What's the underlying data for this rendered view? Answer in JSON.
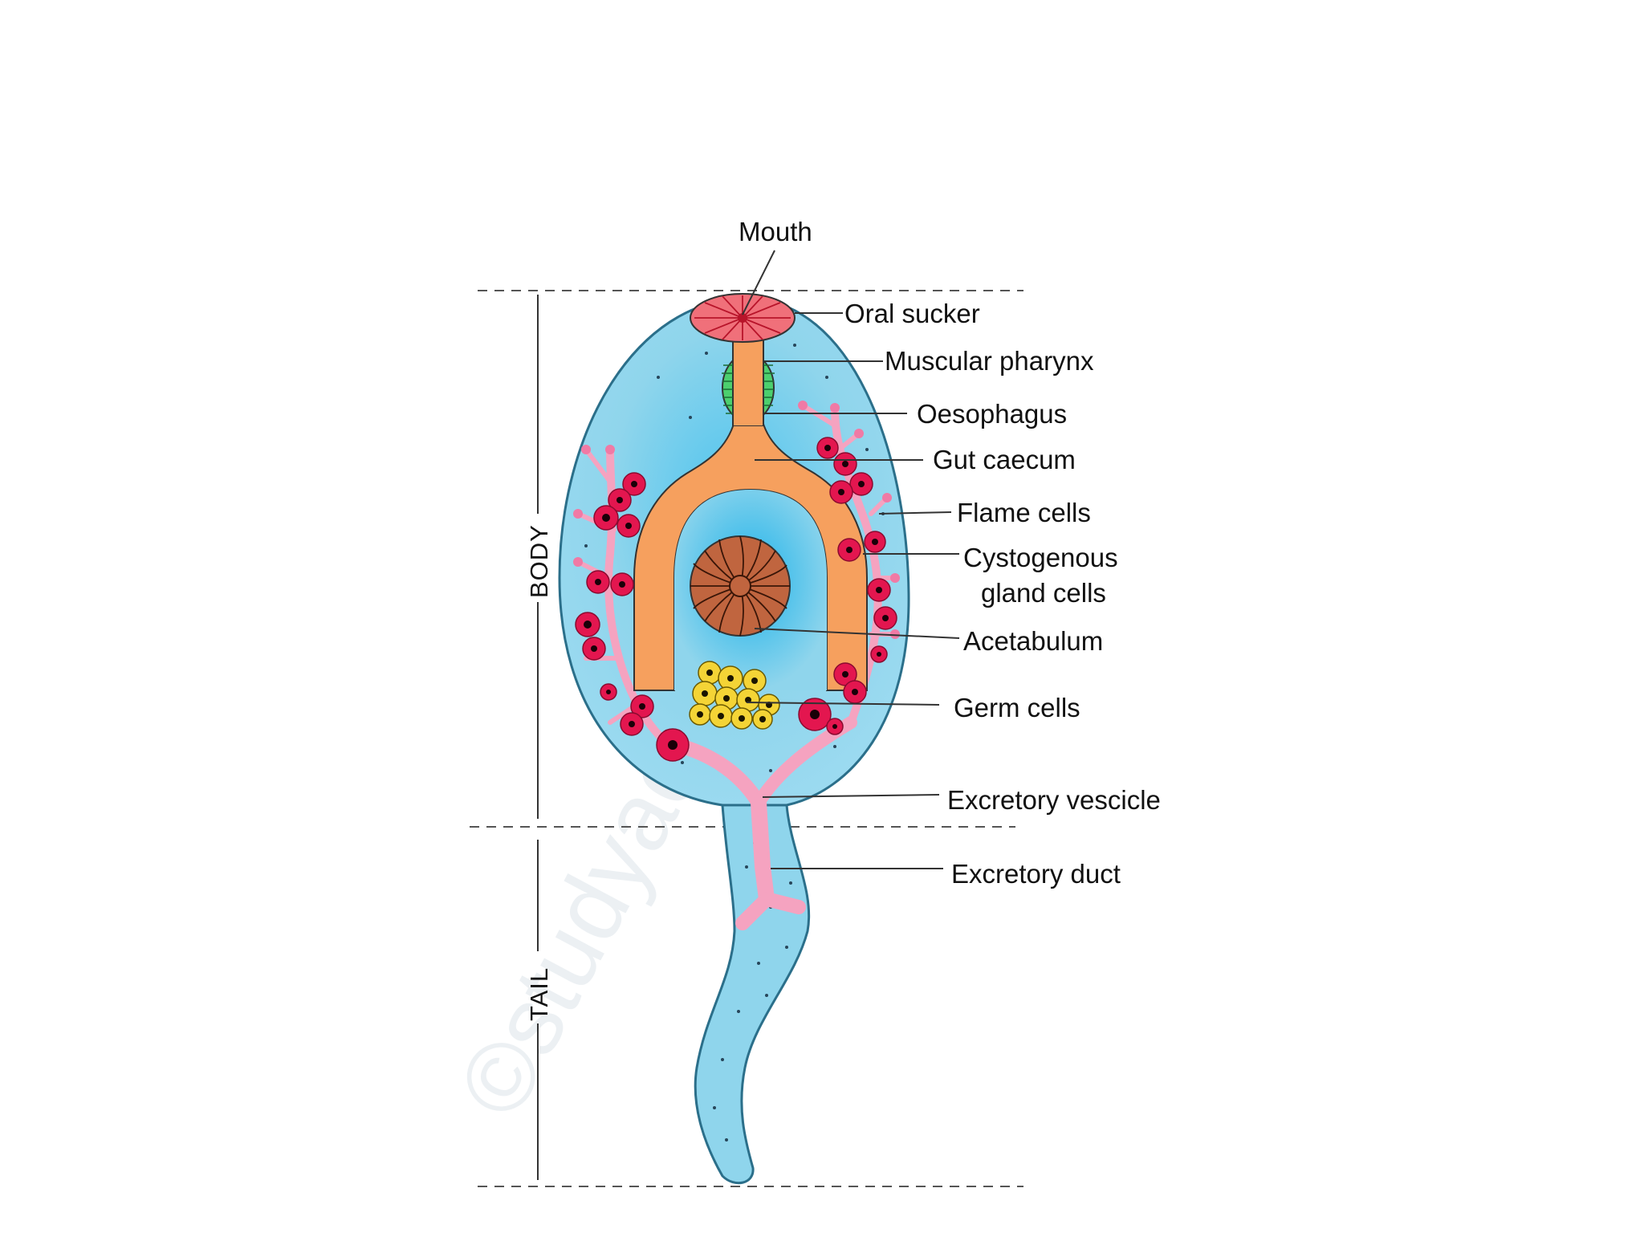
{
  "labels": {
    "mouth": "Mouth",
    "oral_sucker": "Oral sucker",
    "muscular_pharynx": "Muscular pharynx",
    "oesophagus": "Oesophagus",
    "gut_caecum": "Gut caecum",
    "flame_cells": "Flame cells",
    "cystogenous_1": "Cystogenous",
    "cystogenous_2": "gland cells",
    "acetabulum": "Acetabulum",
    "germ_cells": "Germ cells",
    "excretory_vesicle": "Excretory vescicle",
    "excretory_duct": "Excretory duct"
  },
  "sections": {
    "body": "BODY",
    "tail": "TAIL"
  },
  "watermark": "©studyadda.com",
  "colors": {
    "body_fill": "#8fd5ec",
    "body_center": "#2bb9ea",
    "gut": "#f6a05e",
    "oral_sucker": "#f0707a",
    "pharynx": "#4ccf6e",
    "acetabulum": "#c0653f",
    "gland_cells": "#e3164f",
    "excretory": "#f5a3c0",
    "germ_cells": "#f4d436"
  }
}
